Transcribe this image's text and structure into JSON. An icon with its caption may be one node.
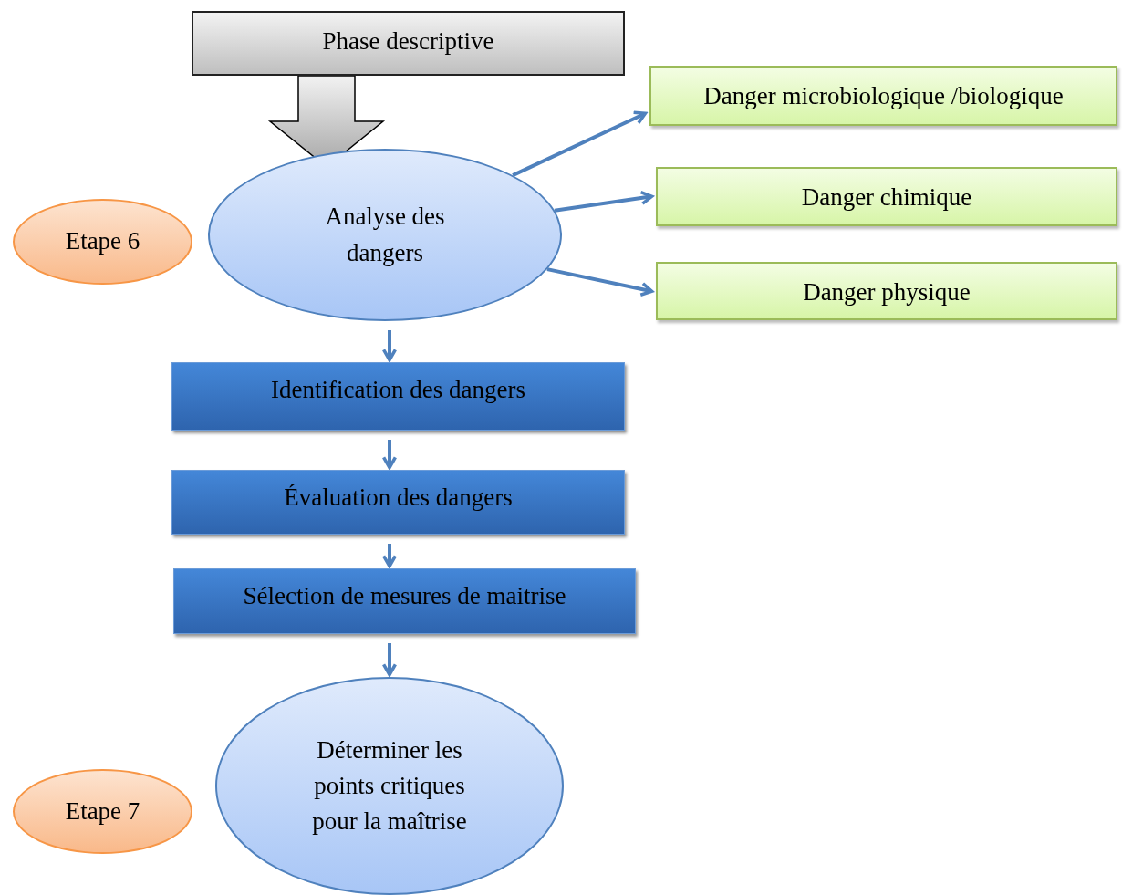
{
  "diagram": {
    "nodes": [
      {
        "text": [
          "Phase descriptive"
        ]
      },
      {
        "text": [
          "Analyse des dangers"
        ]
      },
      {
        "text": [
          "Etape 6"
        ]
      },
      {
        "text": [
          "Danger microbiologique /biologique"
        ]
      },
      {
        "text": [
          "Danger chimique"
        ]
      },
      {
        "text": [
          "Danger physique"
        ]
      },
      {
        "text": [
          "Identification des dangers"
        ]
      },
      {
        "text": [
          "Évaluation des dangers"
        ]
      },
      {
        "text": [
          "Sélection de mesures de maitrise"
        ]
      },
      {
        "text": [
          "Déterminer les points critiques pour la maîtrise"
        ]
      },
      {
        "text": [
          "Etape 7"
        ]
      }
    ],
    "edges": [
      {
        "from": 0,
        "to": 1,
        "arrow": "to",
        "style": "thick"
      },
      {
        "from": 1,
        "to": 3,
        "arrow": "to"
      },
      {
        "from": 1,
        "to": 4,
        "arrow": "to"
      },
      {
        "from": 1,
        "to": 5,
        "arrow": "to"
      },
      {
        "from": 1,
        "to": 6,
        "arrow": "to"
      },
      {
        "from": 6,
        "to": 7,
        "arrow": "to"
      },
      {
        "from": 7,
        "to": 8,
        "arrow": "to"
      },
      {
        "from": 8,
        "to": 9,
        "arrow": "to"
      }
    ]
  }
}
